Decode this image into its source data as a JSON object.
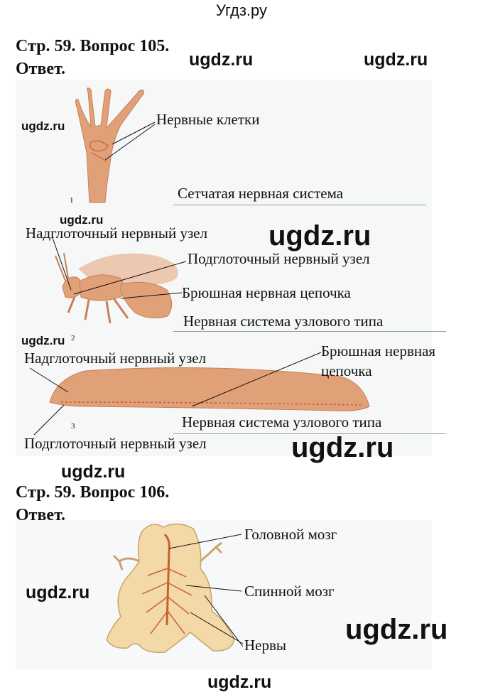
{
  "site_title": "Угдз.ру",
  "q105": {
    "heading": "Стр. 59. Вопрос 105.",
    "answer": "Ответ."
  },
  "q106": {
    "heading": "Стр. 59. Вопрос 106.",
    "answer": "Ответ."
  },
  "watermark": "ugdz.ru",
  "hydra": {
    "label": "Нервные клетки",
    "system": "Сетчатая нервная система",
    "number": "1"
  },
  "insect": {
    "label_supra": "Надглоточный нервный узел",
    "label_sub": "Подглоточный нервный узел",
    "label_chain": "Брюшная нервная цепочка",
    "system": "Нервная система узлового типа",
    "number": "2"
  },
  "worm": {
    "label_supra": "Надглоточный нервный узел",
    "label_chain_1": "Брюшная нервная",
    "label_chain_2": "цепочка",
    "system": "Нервная система узлового типа",
    "label_sub": "Подглоточный нервный узел",
    "number": "3"
  },
  "frog": {
    "label_brain": "Головной мозг",
    "label_spinal": "Спинной мозг",
    "label_nerves": "Нервы"
  },
  "colors": {
    "organism": "#e0a078",
    "frog": "#f3d9a8",
    "nerve": "#c8602e"
  }
}
